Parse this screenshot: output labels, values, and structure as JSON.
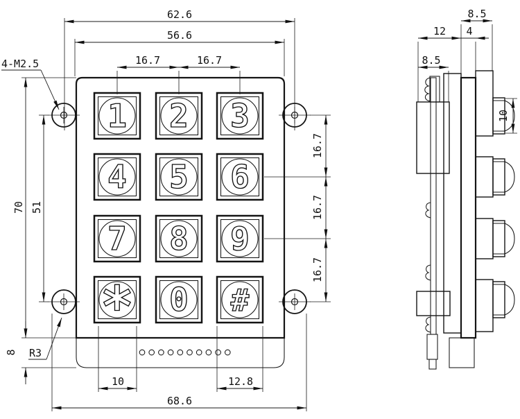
{
  "front_view": {
    "keys": [
      "1",
      "2",
      "3",
      "4",
      "5",
      "6",
      "7",
      "8",
      "9",
      "*",
      "0",
      "#"
    ],
    "dimensions": {
      "overall_width_top": "62.6",
      "plate_width": "56.6",
      "col_pitch_left": "16.7",
      "col_pitch_right": "16.7",
      "plate_height": "70",
      "hole_spacing_vertical": "51",
      "row_pitch_1": "16.7",
      "row_pitch_2": "16.7",
      "row_pitch_3": "16.7",
      "bottom_lip_height": "8",
      "key_top_width": "10",
      "key_base_width": "12.8",
      "overall_width_bottom": "68.6"
    },
    "callouts": {
      "mounting_holes": "4-M2.5",
      "corner_radius": "R3"
    }
  },
  "side_view": {
    "dimensions": {
      "panel_plus_key_depth": "8.5",
      "boss_to_panel_depth": "12",
      "panel_thickness": "4",
      "boss_width": "8.5",
      "keycap_height": "10"
    }
  }
}
